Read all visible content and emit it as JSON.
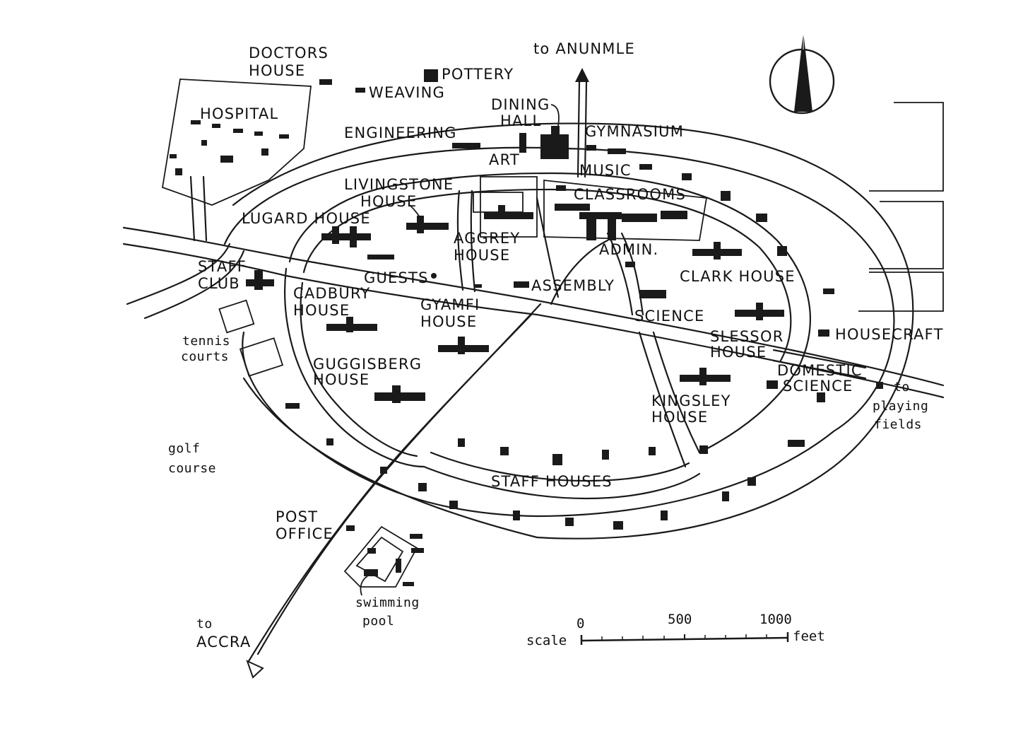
{
  "map": {
    "labels": {
      "doctors_house": [
        "DOCTORS",
        "HOUSE"
      ],
      "weaving": "WEAVING",
      "pottery": "POTTERY",
      "to_anunmle": "to ANUNMLE",
      "hospital": "HOSPITAL",
      "dining_hall": [
        "DINING",
        "HALL"
      ],
      "engineering": "ENGINEERING",
      "gymnasium": "GYMNASIUM",
      "art": "ART",
      "music": "MUSIC",
      "livingstone_house": [
        "LIVINGSTONE",
        "HOUSE"
      ],
      "classrooms": "CLASSROOMS",
      "lugard_house": "LUGARD HOUSE",
      "aggrey_house": [
        "AGGREY",
        "HOUSE"
      ],
      "admin": "ADMIN.",
      "staff_club": [
        "STAFF",
        "CLUB"
      ],
      "guests": "GUESTS",
      "assembly": "ASSEMBLY",
      "clark_house": "CLARK HOUSE",
      "cadbury_house": [
        "CADBURY",
        "HOUSE"
      ],
      "gyamfi_house": [
        "GYAMFI",
        "HOUSE"
      ],
      "science": "SCIENCE",
      "housecraft": "HOUSECRAFT",
      "slessor_house": [
        "SLESSOR",
        "HOUSE"
      ],
      "tennis_courts": [
        "tennis",
        "courts"
      ],
      "guggisberg_house": [
        "GUGGISBERG",
        "HOUSE"
      ],
      "domestic_science": [
        "DOMESTIC",
        "SCIENCE"
      ],
      "to_playing_fields": [
        "to",
        "playing",
        "fields"
      ],
      "kingsley_house": [
        "KINGSLEY",
        "HOUSE"
      ],
      "golf_course": [
        "golf",
        "course"
      ],
      "staff_houses": "STAFF HOUSES",
      "post_office": [
        "POST",
        "OFFICE"
      ],
      "swimming_pool": [
        "swimming",
        "pool"
      ],
      "to_accra": [
        "to",
        "ACCRA"
      ]
    },
    "scale": {
      "word_scale": "scale",
      "word_feet": "feet",
      "ticks": [
        "0",
        "500",
        "1000"
      ]
    },
    "icons": {
      "north_arrow": "north-arrow-icon",
      "road_arrow_north": "arrow-up-icon",
      "road_arrow_southwest": "arrow-down-left-icon"
    },
    "colors": {
      "ink": "#1a1a1a",
      "paper": "#ffffff"
    }
  }
}
